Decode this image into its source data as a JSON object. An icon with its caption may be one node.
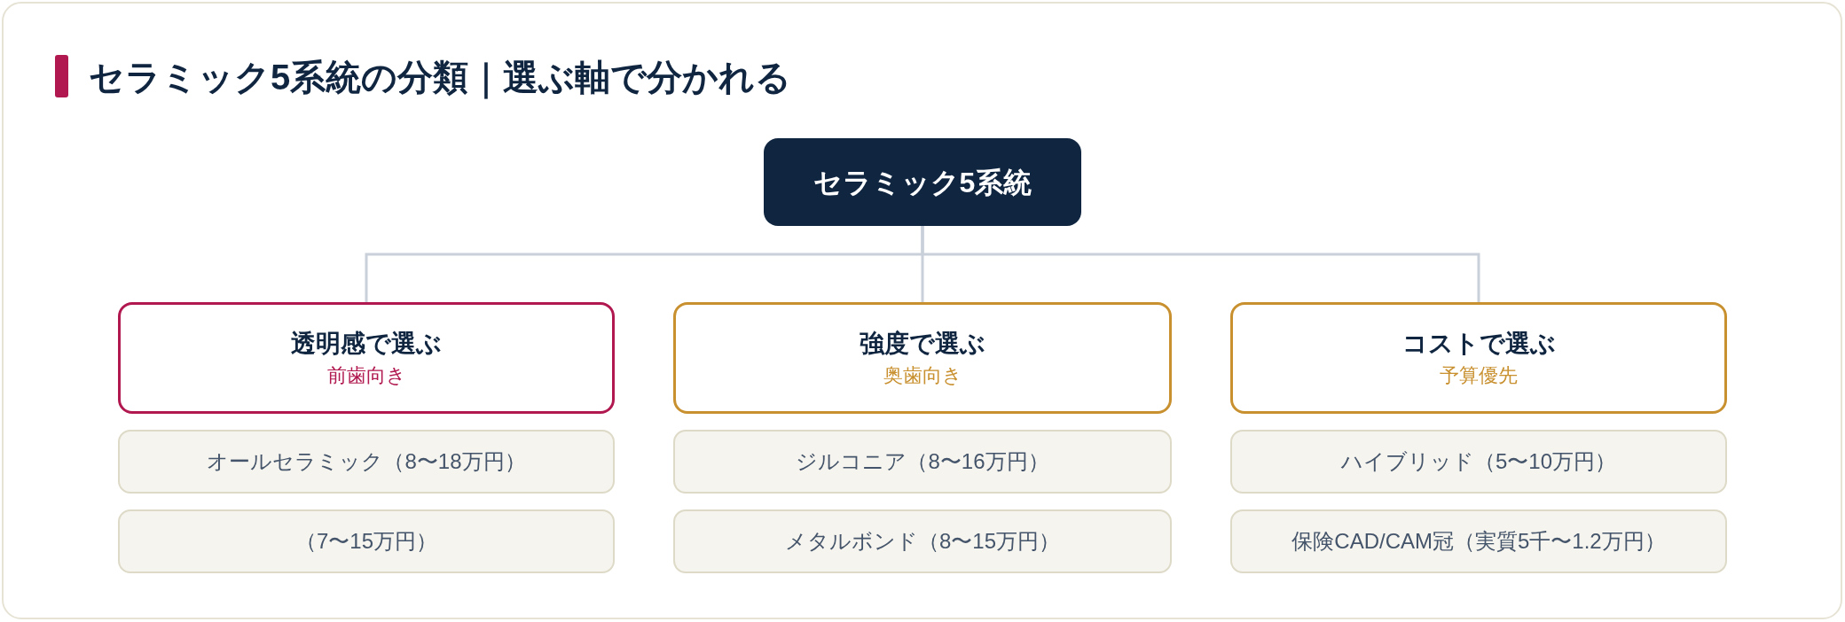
{
  "diagram": {
    "title": "セラミック5系統の分類｜選ぶ軸で分かれる",
    "nodes": [
      {
        "text": [
          "セラミック5系統"
        ]
      },
      {
        "text": [
          "透明感で選ぶ",
          "前歯向き"
        ]
      },
      {
        "text": [
          "強度で選ぶ",
          "奥歯向き"
        ]
      },
      {
        "text": [
          "コストで選ぶ",
          "予算優先"
        ]
      },
      {
        "text": [
          "オールセラミック（8〜18万円）"
        ]
      },
      {
        "text": [
          "ジルコニア（8〜16万円）"
        ]
      },
      {
        "text": [
          "ハイブリッド（5〜10万円）"
        ]
      },
      {
        "text": [
          "（7〜15万円）"
        ]
      },
      {
        "text": [
          "メタルボンド（8〜15万円）"
        ]
      },
      {
        "text": [
          "保険CAD/CAM冠（実質5千〜1.2万円）"
        ]
      }
    ],
    "edges": [
      {
        "from": 0,
        "to": 1,
        "arrow": "none"
      },
      {
        "from": 0,
        "to": 2,
        "arrow": "none"
      },
      {
        "from": 0,
        "to": 3,
        "arrow": "none"
      }
    ]
  }
}
